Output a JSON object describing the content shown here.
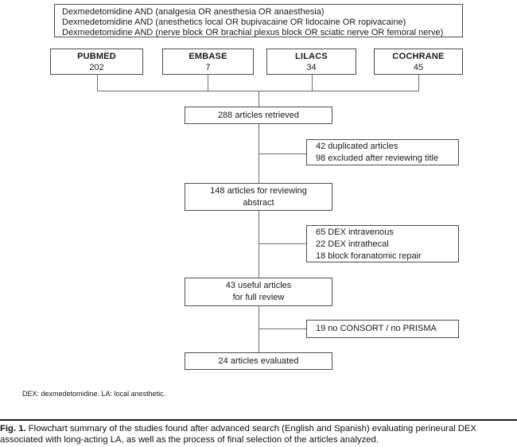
{
  "flowchart": {
    "search_lines": [
      "Dexmedetomidine AND (analgesia OR anesthesia OR anaesthesia)",
      "Dexmedetomidine AND (anesthetics local OR bupivacaine OR lidocaine OR ropivacaine)",
      "Dexmedetomidine AND (nerve block OR brachial plexus block OR sciatic nerve OR femoral nerve)"
    ],
    "databases": [
      {
        "name": "PUBMED",
        "count": "202"
      },
      {
        "name": "EMBASE",
        "count": "7"
      },
      {
        "name": "LILACS",
        "count": "34"
      },
      {
        "name": "COCHRANE",
        "count": "45"
      }
    ],
    "retrieved": "288 articles retrieved",
    "excluded_title": [
      "42 duplicated articles",
      "98 excluded after reviewing title"
    ],
    "abstract_review": [
      "148 articles for reviewing",
      "abstract"
    ],
    "excluded_abstract": [
      "65 DEX intravenous",
      "22 DEX intrathecal",
      "18 block foranatomic repair"
    ],
    "full_review": [
      "43 useful articles",
      "for full review"
    ],
    "excluded_full": "19 no CONSORT / no PRISMA",
    "evaluated": "24 articles evaluated",
    "footnote": "DEX: dexmedetomidine. LA: local anesthetic."
  },
  "caption": {
    "label": "Fig. 1.",
    "text": " Flowchart summary of the studies found after advanced search (English and Spanish) evaluating perineural DEX associated with long-acting LA, as well as the process of final selection of the articles analyzed."
  },
  "colors": {
    "box_border": "#4d4d4d",
    "connector": "#6e6e6e",
    "text": "#1a1a1a",
    "background": "#ffffff"
  }
}
